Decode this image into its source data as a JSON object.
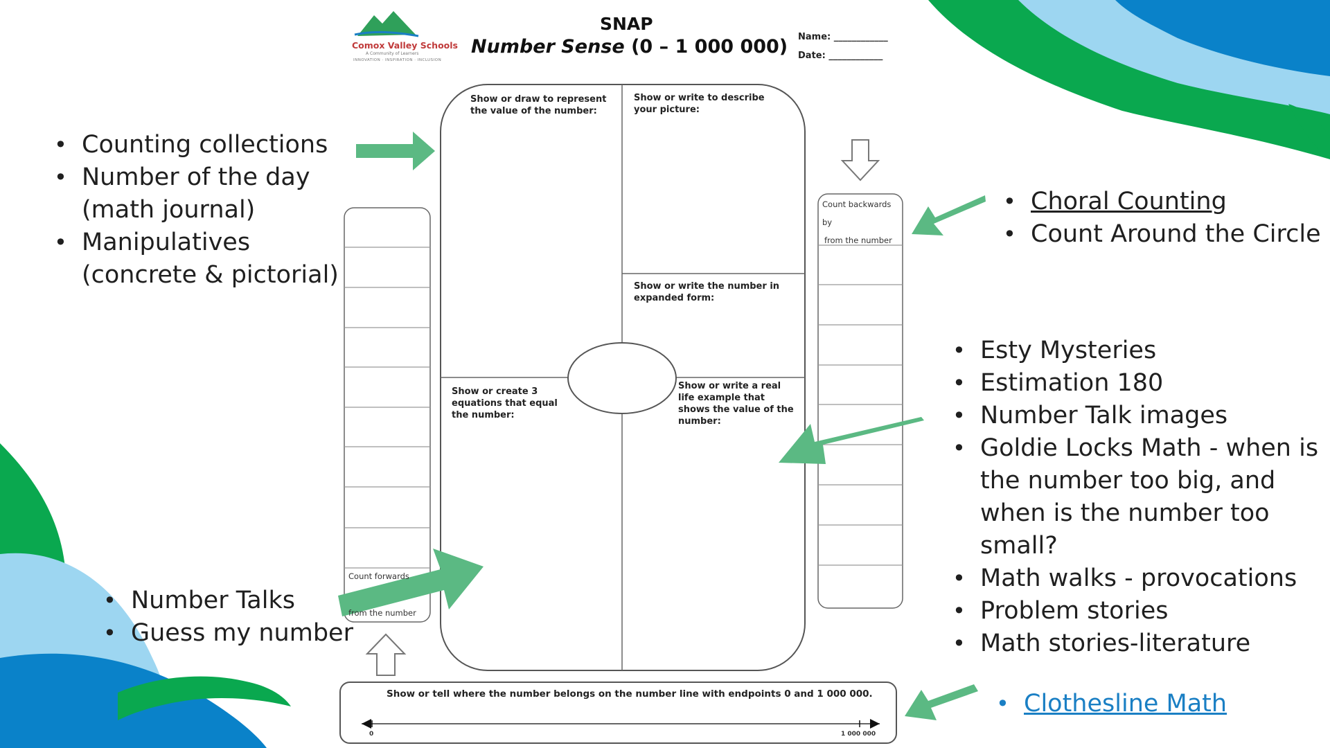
{
  "worksheet": {
    "snap": "SNAP",
    "title_main": "Number Sense",
    "title_range": " (0 – 1 000 000)",
    "name_label": "Name: ____________",
    "date_label": "Date: ____________",
    "logo_name": "Comox Valley Schools",
    "logo_sub": "A Community of Learners",
    "logo_motto": "INNOVATION · INSPIRATION · INCLUSION",
    "box_show_draw": "Show or draw to represent the value of the number:",
    "box_show_write_picture": "Show or write to describe your picture:",
    "box_expanded": "Show or write the number in expanded  form:",
    "box_equations": "Show or create 3 equations that equal the number:",
    "box_real_life": "Show or write a real life example that shows the value of the number:",
    "count_backwards": "Count backwards",
    "by": "by",
    "from_number_right": "from the number",
    "count_forwards": "Count forwards",
    "from_number_left": "from the number",
    "number_line_instruction": "Show or tell where the number belongs on the number line with endpoints 0 and 1 000 000.",
    "endpoint_start": "0",
    "endpoint_end": "1 000 000"
  },
  "left_top_list": [
    "Counting collections",
    "Number of the day",
    "(math journal)",
    "Manipulatives",
    "(concrete & pictorial)"
  ],
  "left_bottom_list": [
    "Number Talks",
    "Guess my number"
  ],
  "right_top_list": [
    "Choral Counting",
    "Count Around the Circle"
  ],
  "right_mid_list": [
    "Esty Mysteries",
    "Estimation 180",
    "Number Talk images",
    "Goldie Locks Math - when is",
    "the number too big, and",
    "when is the number too small?",
    "Math walks - provocations",
    "Problem stories",
    "Math stories-literature"
  ],
  "right_bottom_list": [
    "Clothesline Math"
  ],
  "colors": {
    "green": "#0aa84f",
    "light_blue": "#9dd6f1",
    "blue": "#0a82c9",
    "arrow_green": "#5bb983",
    "link_blue": "#1a7fc4"
  },
  "icons": [
    "right-arrow-icon",
    "down-arrow-icon",
    "up-arrow-icon",
    "logo-mountains-icon"
  ]
}
